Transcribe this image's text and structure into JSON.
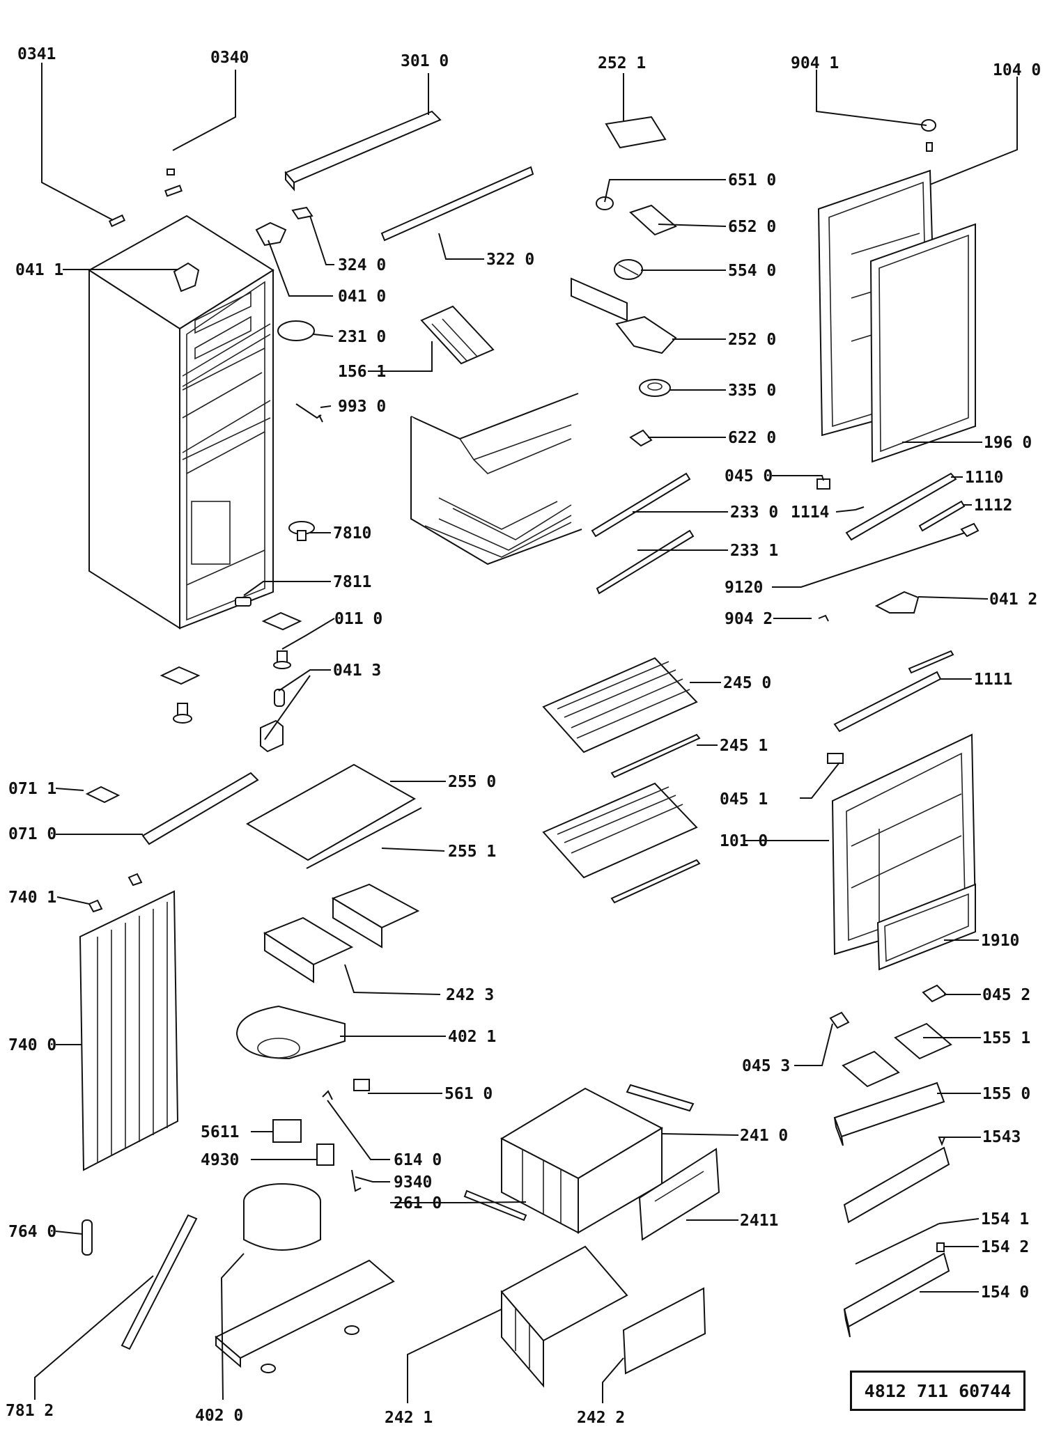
{
  "reference_number": "4812 711 60744",
  "part_labels": {
    "p0341": "0341",
    "p0340": "0340",
    "p3010": "301 0",
    "p2521": "252 1",
    "p9041": "904 1",
    "p1040": "104 0",
    "p6510": "651 0",
    "p6520": "652 0",
    "p5540": "554 0",
    "p0411": "041 1",
    "p3240": "324 0",
    "p3220": "322 0",
    "p0410": "041 0",
    "p2310": "231 0",
    "p2520": "252 0",
    "p1561": "156 1",
    "p3350": "335 0",
    "p9930": "993 0",
    "p6220": "622 0",
    "p1960": "196 0",
    "p0450": "045 0",
    "p1110": "1110",
    "p1114": "1114",
    "p1112": "1112",
    "p2330": "233 0",
    "p7810": "7810",
    "p2331": "233 1",
    "p7811": "7811",
    "p9120": "9120",
    "p0412": "041 2",
    "p0110": "011 0",
    "p9042": "904 2",
    "p0413": "041 3",
    "p2450": "245 0",
    "p1111": "1111",
    "p2451": "245 1",
    "p0711": "071 1",
    "p2550": "255 0",
    "p0451": "045 1",
    "p0710": "071 0",
    "p1010": "101 0",
    "p2551": "255 1",
    "p7401": "740 1",
    "p1910": "1910",
    "p2423": "242 3",
    "p0452": "045 2",
    "p7400": "740 0",
    "p4021": "402 1",
    "p1551": "155 1",
    "p0453": "045 3",
    "p5610": "561 0",
    "p1550": "155 0",
    "p5611": "5611",
    "p2410": "241 0",
    "p1543": "1543",
    "p4930": "4930",
    "p6140": "614 0",
    "p9340": "9340",
    "p2610": "261 0",
    "p2411": "2411",
    "p7640": "764 0",
    "p1541": "154 1",
    "p1542": "154 2",
    "p1540": "154 0",
    "p7812": "781 2",
    "p4020": "402  0",
    "p2421": "242 1",
    "p2422": "242 2"
  }
}
